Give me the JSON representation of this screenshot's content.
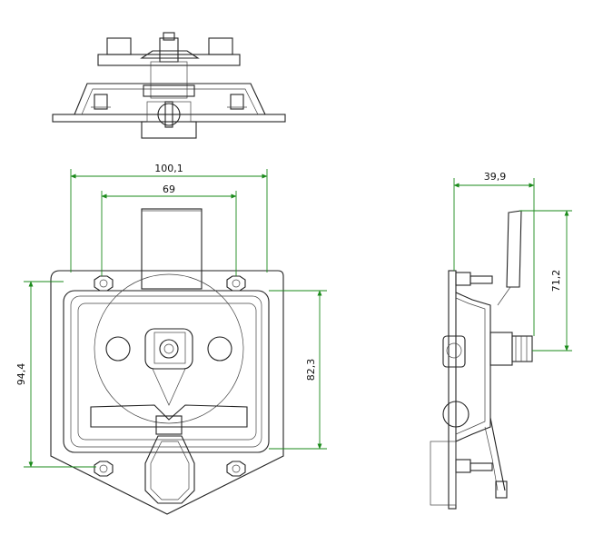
{
  "dimensions": {
    "front_width": "100,1",
    "hole_spacing": "69",
    "front_height": "94,4",
    "inner_height": "82,3",
    "side_depth": "39,9",
    "side_height": "71,2"
  },
  "colors": {
    "dimension_line": "#1a8a1a",
    "outline": "#222222"
  }
}
